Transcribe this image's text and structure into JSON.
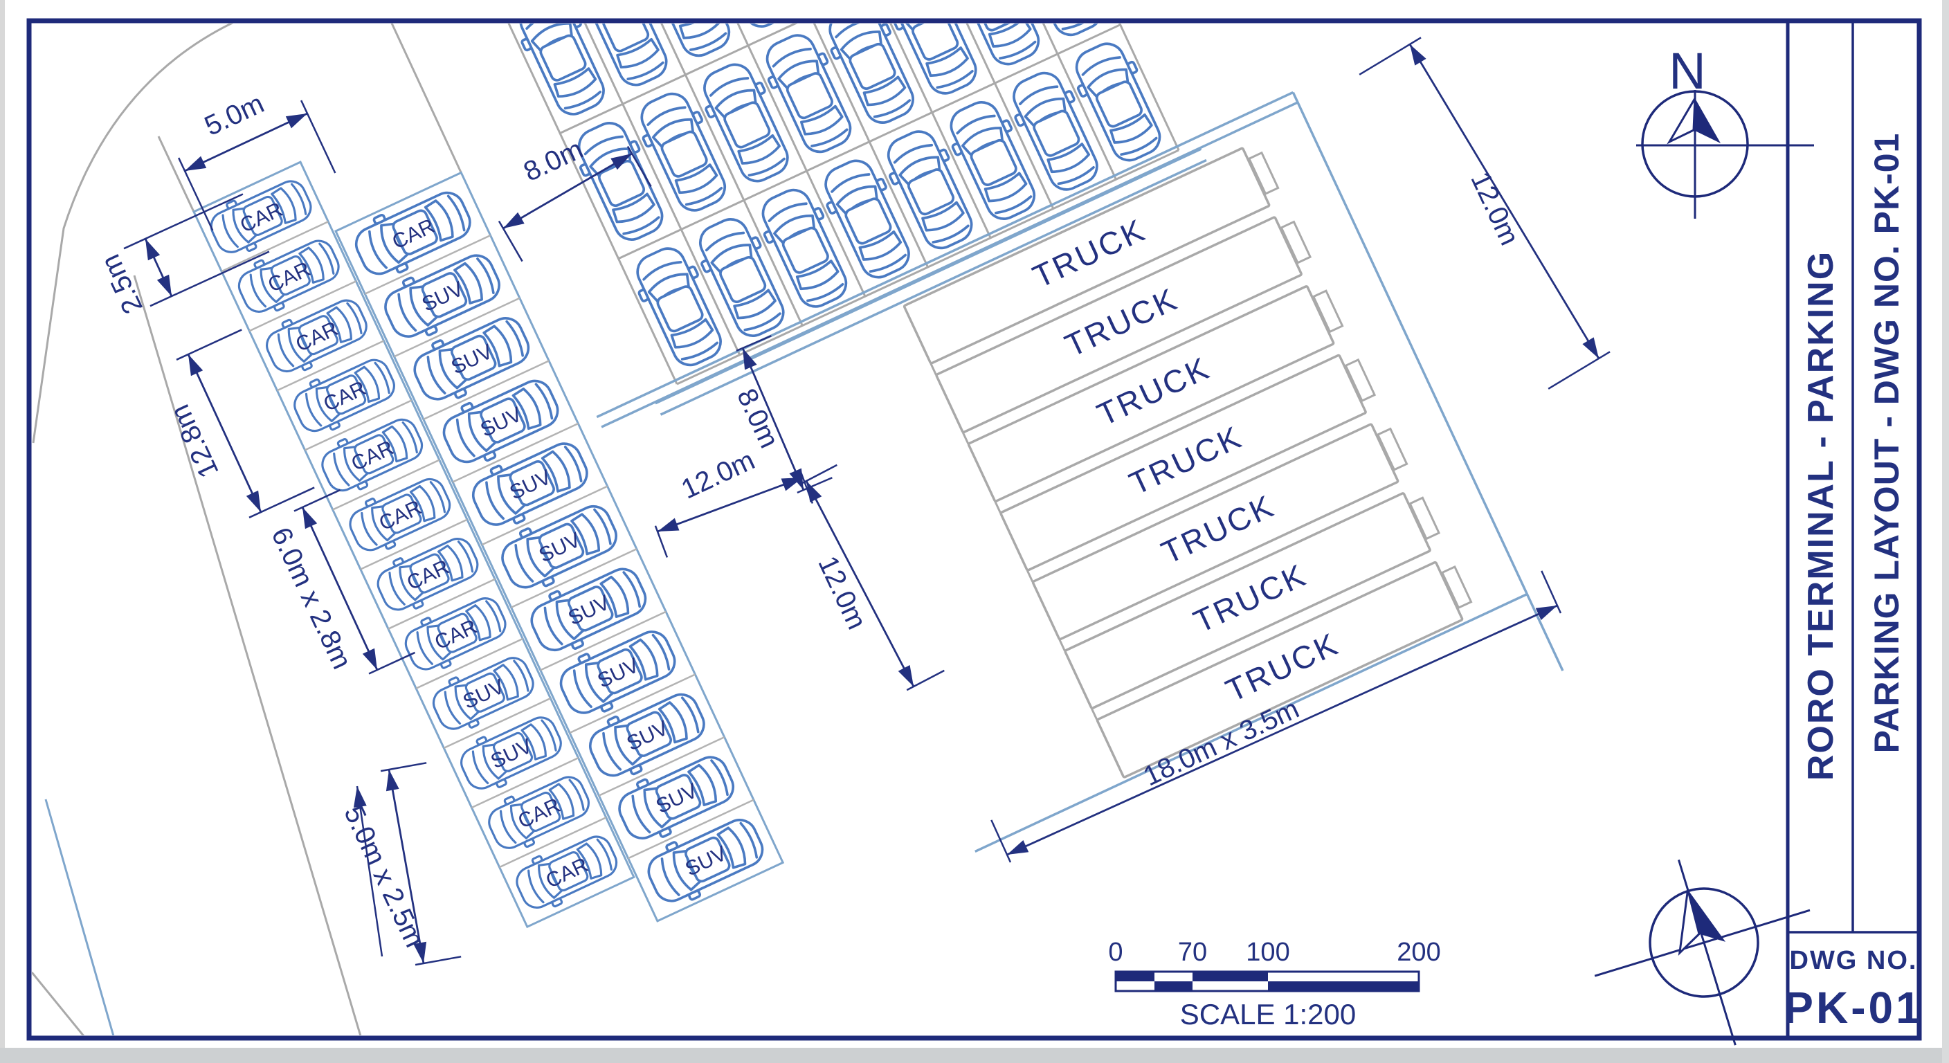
{
  "drawing": {
    "sheet_title_primary": "RORO TERMINAL - PARKING",
    "sheet_title_secondary": "PARKING LAYOUT - DWG NO. PK-01",
    "dwg_no_label": "DWG NO.",
    "dwg_no_value": "PK-01",
    "north_label": "N",
    "scale_bar": {
      "tick_labels": [
        "0",
        "70",
        "100",
        "200"
      ],
      "caption": "SCALE 1:200"
    },
    "dimensions": {
      "car_stall_depth": "5.0m",
      "car_stall_width": "2.5m",
      "car_row_length": "12.8m",
      "suv_stall_size": "6.0m x 2.8m",
      "car_stall_size": "5.0m x 2.5m",
      "aisle_width_top": "8.0m",
      "aisle_width_mid": "8.0m",
      "yard_clearance_left": "12.0m",
      "yard_clearance_bottom": "12.0m",
      "yard_clearance_right": "12.0m",
      "truck_stall_size": "18.0m x 3.5m"
    },
    "stalls": {
      "left_column": [
        "CAR",
        "CAR",
        "CAR",
        "CAR",
        "CAR",
        "CAR",
        "CAR",
        "CAR",
        "SUV",
        "SUV",
        "CAR",
        "CAR"
      ],
      "right_column": [
        "CAR",
        "SUV",
        "SUV",
        "SUV",
        "SUV",
        "SUV",
        "SUV",
        "SUV",
        "SUV",
        "SUV",
        "SUV"
      ],
      "truck_bays": [
        "TRUCK",
        "TRUCK",
        "TRUCK",
        "TRUCK",
        "TRUCK",
        "TRUCK",
        "TRUCK"
      ]
    },
    "colors": {
      "ink": "#233180",
      "frame": "#1e2a7a",
      "car_outline": "#4a7ac2",
      "boundary_blue": "#7fa6cc",
      "grid_grey": "#a9a9a9"
    }
  }
}
